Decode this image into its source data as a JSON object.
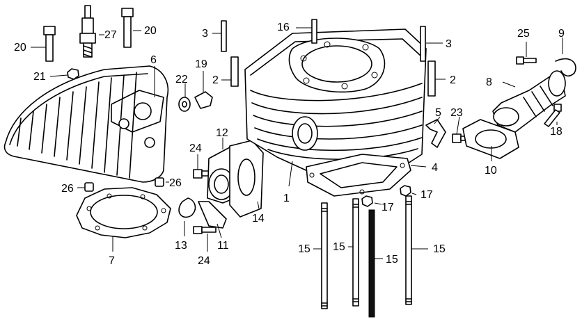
{
  "callouts": {
    "c1": "1",
    "c2a": "2",
    "c2b": "2",
    "c3a": "3",
    "c3b": "3",
    "c4": "4",
    "c5": "5",
    "c6": "6",
    "c7": "7",
    "c8": "8",
    "c9": "9",
    "c10": "10",
    "c11": "11",
    "c12": "12",
    "c13": "13",
    "c14": "14",
    "c15a": "15",
    "c15b": "15",
    "c15c": "15",
    "c15d": "15",
    "c16": "16",
    "c17a": "17",
    "c17b": "17",
    "c18": "18",
    "c19": "19",
    "c20a": "20",
    "c20b": "20",
    "c21": "21",
    "c22": "22",
    "c23": "23",
    "c24a": "24",
    "c24b": "24",
    "c25": "25",
    "c26a": "26",
    "c26b": "26",
    "c27": "27"
  }
}
